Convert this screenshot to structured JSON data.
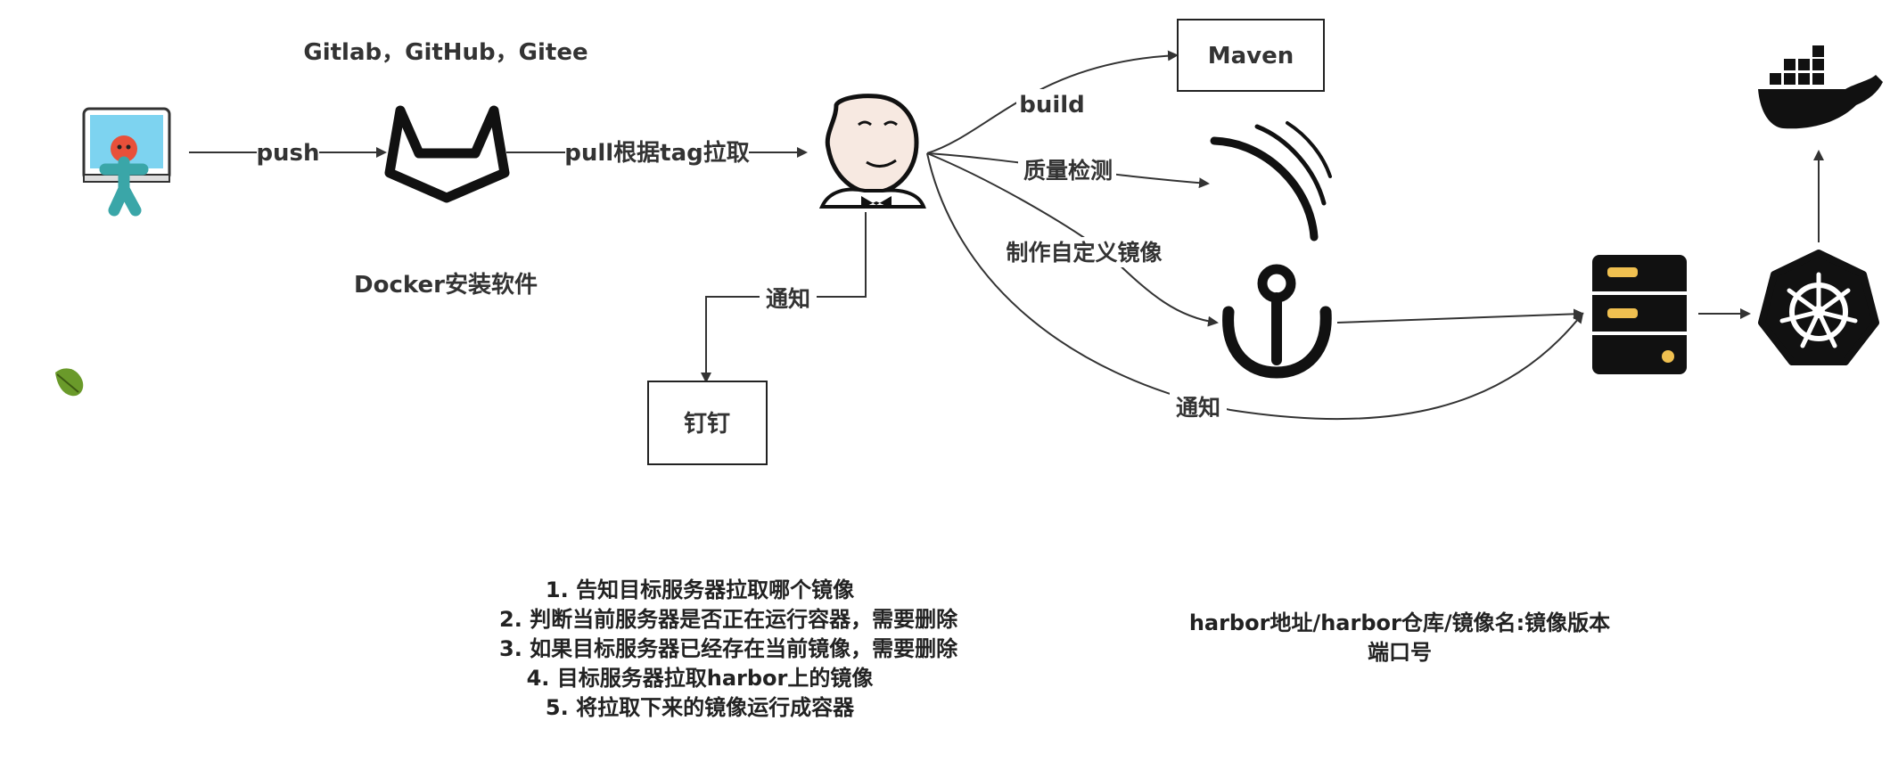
{
  "labels": {
    "repos_title": "Gitlab，GitHub，Gitee",
    "repo_caption": "Docker安装软件",
    "push": "push",
    "pull": "pull根据tag拉取",
    "notify_dingtalk": "通知",
    "build": "build",
    "quality": "质量检测",
    "custom_image": "制作自定义镜像",
    "notify_server": "通知"
  },
  "boxes": {
    "maven": "Maven",
    "dingtalk": "钉钉"
  },
  "notes": {
    "steps": [
      "1. 告知目标服务器拉取哪个镜像",
      "2. 判断当前服务器是否正在运行容器，需要删除",
      "3. 如果目标服务器已经存在当前镜像，需要删除",
      "4. 目标服务器拉取harbor上的镜像",
      "5. 将拉取下来的镜像运行成容器"
    ],
    "harbor_format": "harbor地址/harbor仓库/镜像名:镜像版本",
    "port": "端口号"
  },
  "colors": {
    "accent_yellow": "#f0c050",
    "developer_teal": "#3aa6a8",
    "monitor_blue": "#7dd3f0",
    "head_red": "#e8503a",
    "leaf_green": "#6a9a2a",
    "icon_black": "#111111"
  },
  "icons": [
    "developer-icon",
    "gitlab-icon",
    "jenkins-icon",
    "sonarqube-icon",
    "harbor-icon",
    "server-icon",
    "kubernetes-icon",
    "docker-icon",
    "leaf-icon"
  ]
}
